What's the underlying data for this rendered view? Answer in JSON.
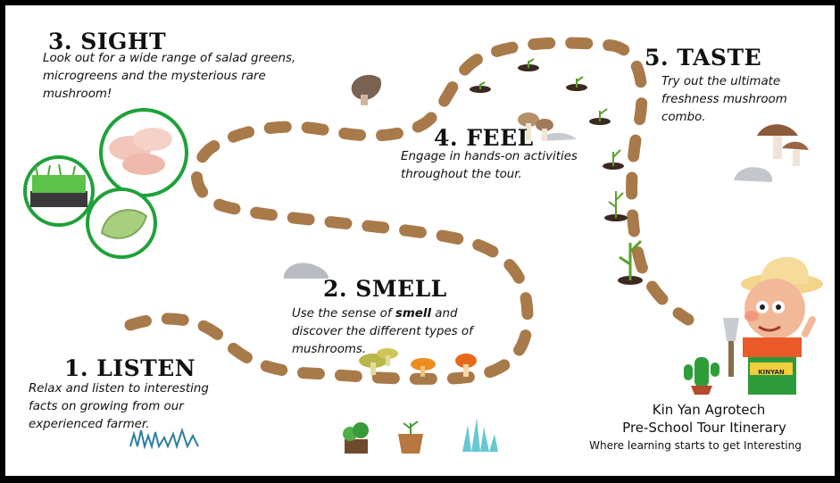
{
  "steps": {
    "listen": {
      "title": "1. LISTEN",
      "desc": "Relax and listen to interesting facts on growing from our experienced farmer."
    },
    "smell": {
      "title": "2. SMELL",
      "desc_before": "Use the sense of ",
      "desc_bold": "smell",
      "desc_after": " and discover the different types of mushrooms."
    },
    "sight": {
      "title": "3. SIGHT",
      "desc": "Look out for a wide range of salad greens, microgreens and the mysterious rare mushroom!"
    },
    "feel": {
      "title": "4. FEEL",
      "desc": "Engage in hands-on activities throughout the tour."
    },
    "taste": {
      "title": "5. TASTE",
      "desc": "Try out the ultimate freshness mushroom combo."
    }
  },
  "brand": {
    "line1": "Kin Yan Agrotech",
    "line2": "Pre-School Tour Itinerary",
    "line3": "Where learning starts to get Interesting",
    "overall_text": "KINYAN"
  },
  "colors": {
    "path": "#a87a4a",
    "circle": "#1fa13a",
    "frame": "#000000",
    "background": "#ffffff"
  },
  "icons": [
    "mushroom-icon",
    "rock-icon",
    "sprout-icon",
    "microgreens-tray-icon",
    "farmer-icon",
    "cactus-icon",
    "grass-icon",
    "potted-plant-icon"
  ]
}
